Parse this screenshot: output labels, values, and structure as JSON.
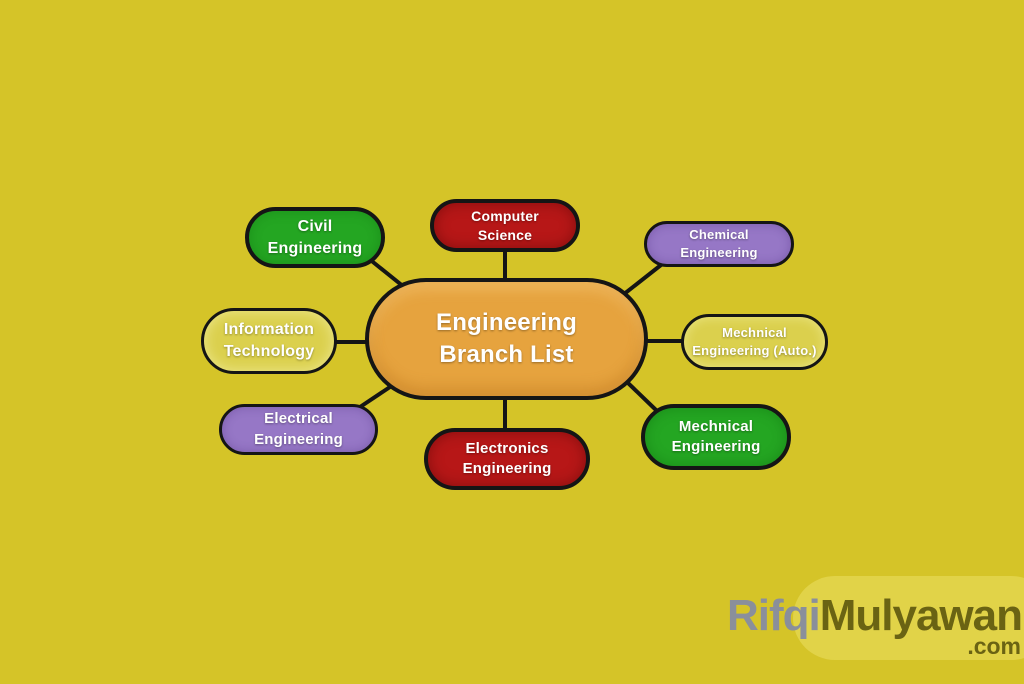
{
  "diagram": {
    "title": "Engineering Branch List",
    "center": {
      "label": "Engineering Branch List",
      "color": "orange"
    },
    "branches": [
      {
        "id": "civil",
        "label": "Civil Engineering",
        "color": "green",
        "position": "top-left"
      },
      {
        "id": "computer_science",
        "label": "Computer Science",
        "color": "red",
        "position": "top"
      },
      {
        "id": "chemical",
        "label": "Chemical Engineering",
        "color": "purple",
        "position": "top-right"
      },
      {
        "id": "information_technology",
        "label": "Information Technology",
        "color": "khaki",
        "position": "left"
      },
      {
        "id": "mechnical_auto",
        "label": "Mechnical Engineering (Auto.)",
        "color": "khaki",
        "position": "right"
      },
      {
        "id": "electrical",
        "label": "Electrical Engineering",
        "color": "purple",
        "position": "bottom-left"
      },
      {
        "id": "electronics",
        "label": "Electronics Engineering",
        "color": "red",
        "position": "bottom"
      },
      {
        "id": "mechnical",
        "label": "Mechnical Engineering",
        "color": "green",
        "position": "bottom-right"
      }
    ],
    "connections": [
      {
        "from": "civil",
        "to": "center"
      },
      {
        "from": "computer_science",
        "to": "center"
      },
      {
        "from": "chemical",
        "to": "center"
      },
      {
        "from": "information_technology",
        "to": "center"
      },
      {
        "from": "mechnical_auto",
        "to": "center"
      },
      {
        "from": "electrical",
        "to": "center"
      },
      {
        "from": "electronics",
        "to": "center"
      },
      {
        "from": "mechnical",
        "to": "center"
      }
    ]
  },
  "colors": {
    "background": "#d5c428",
    "orange": "#e6a33e",
    "green": "#24a622",
    "red": "#b71717",
    "purple": "#9677c6",
    "khaki": "#dbd04d",
    "line": "#151515",
    "node_text": "#ffffff",
    "watermark_gray": "#8a8f9b",
    "watermark_olive": "#6a6313"
  },
  "watermark": {
    "part1": "Rifqi",
    "part2": "Mulyawan",
    "suffix": ".com"
  }
}
